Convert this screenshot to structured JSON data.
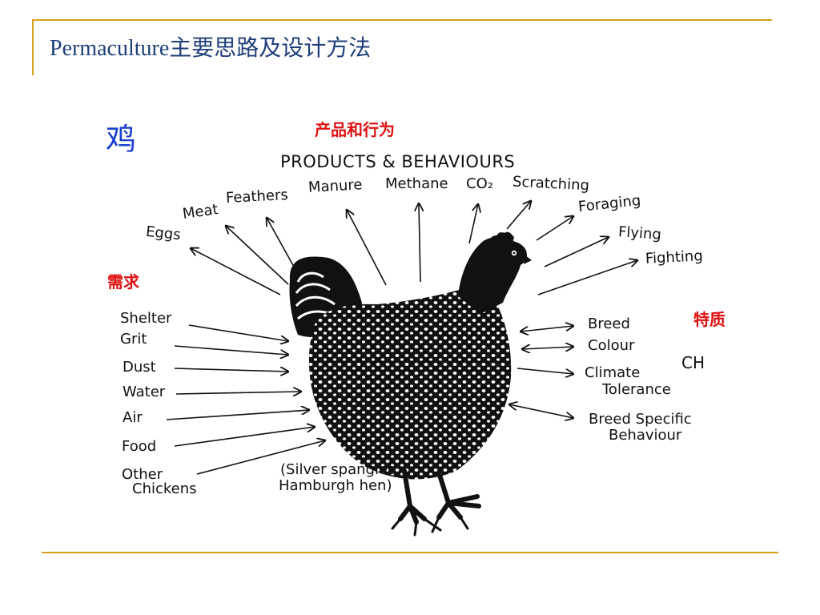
{
  "slide": {
    "title": "Permaculture主要思路及设计方法"
  },
  "diagram": {
    "subject_cn": "鸡",
    "products_cn": "产品和行为",
    "products_header": "PRODUCTS & BEHAVIOURS",
    "needs_cn": "需求",
    "traits_cn": "特质",
    "traits_abbr": "CH",
    "outputs": [
      "Eggs",
      "Meat",
      "Feathers",
      "Manure",
      "Methane",
      "CO₂",
      "Scratching",
      "Foraging",
      "Flying",
      "Fighting"
    ],
    "needs": [
      "Shelter",
      "Grit",
      "Dust",
      "Water",
      "Air",
      "Food",
      "Other",
      "Chickens"
    ],
    "traits": [
      "Breed",
      "Colour",
      "Climate",
      "Tolerance",
      "Breed Specific",
      "Behaviour"
    ],
    "caption": [
      "(Silver spangled",
      "Hamburgh hen)"
    ]
  },
  "colors": {
    "frame_gold": "#d4a017",
    "title_blue": "#1f3f7a",
    "subject_blue": "#1a3fd0",
    "label_red": "#e01010",
    "ink": "#111111"
  }
}
